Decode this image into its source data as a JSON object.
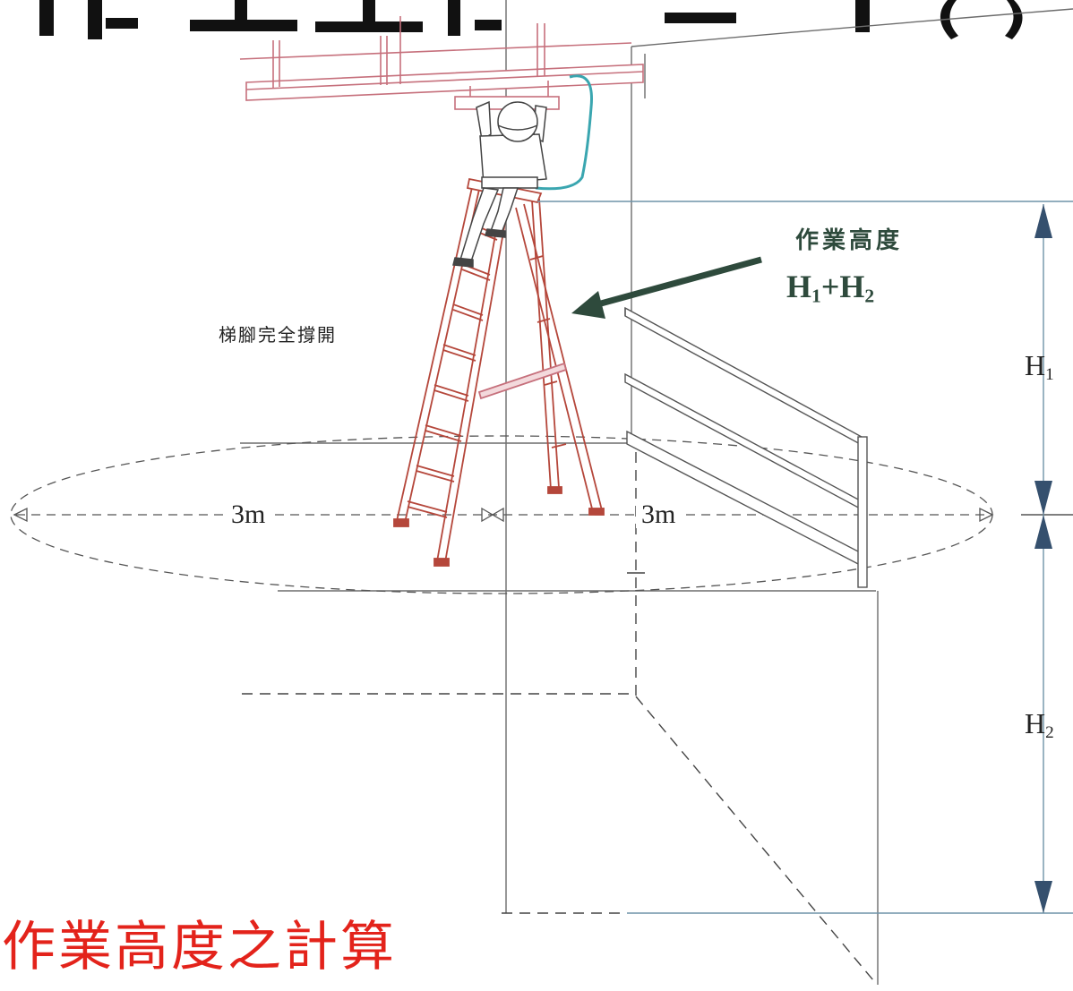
{
  "labels": {
    "work_height": "作業高度",
    "formula": {
      "h1_letter": "H",
      "h1_sub": "1",
      "plus": "+",
      "h2_letter": "H",
      "h2_sub": "2"
    },
    "ladder_note": "梯腳完全撐開",
    "dimension_h1": {
      "letter": "H",
      "sub": "1"
    },
    "dimension_h2": {
      "letter": "H",
      "sub": "2"
    },
    "distance_left": "3m",
    "distance_right": "3m"
  },
  "caption": "作業高度之計算",
  "colors": {
    "annotation_green": "#2e4a3c",
    "caption_red": "#e3231b",
    "ladder": "#b5473b",
    "dimension_blue": "#35506e",
    "safety_line": "#3aa6b0",
    "beam": "#c6707c"
  }
}
